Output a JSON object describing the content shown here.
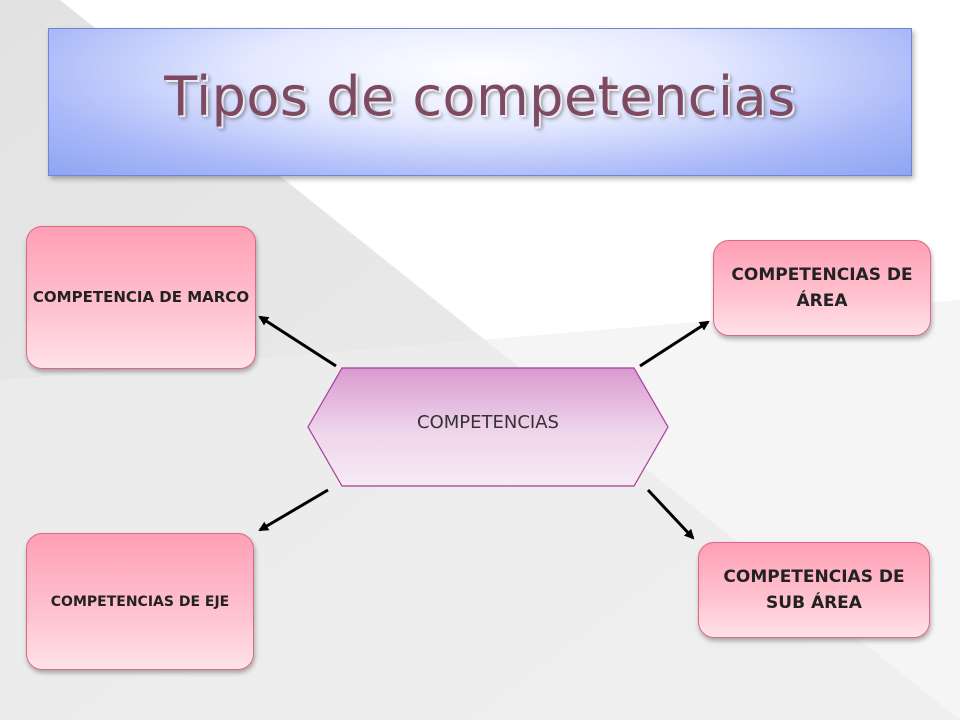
{
  "slide": {
    "title": "Tipos de competencias",
    "center": {
      "label": "COMPETENCIAS"
    },
    "nodes": {
      "marco": {
        "label": "COMPETENCIA DE MARCO"
      },
      "area": {
        "label": "COMPETENCIAS DE ÁREA"
      },
      "eje": {
        "label": "COMPETENCIAS DE EJE"
      },
      "sub_area": {
        "label": "COMPETENCIAS DE SUB  ÁREA"
      }
    }
  }
}
